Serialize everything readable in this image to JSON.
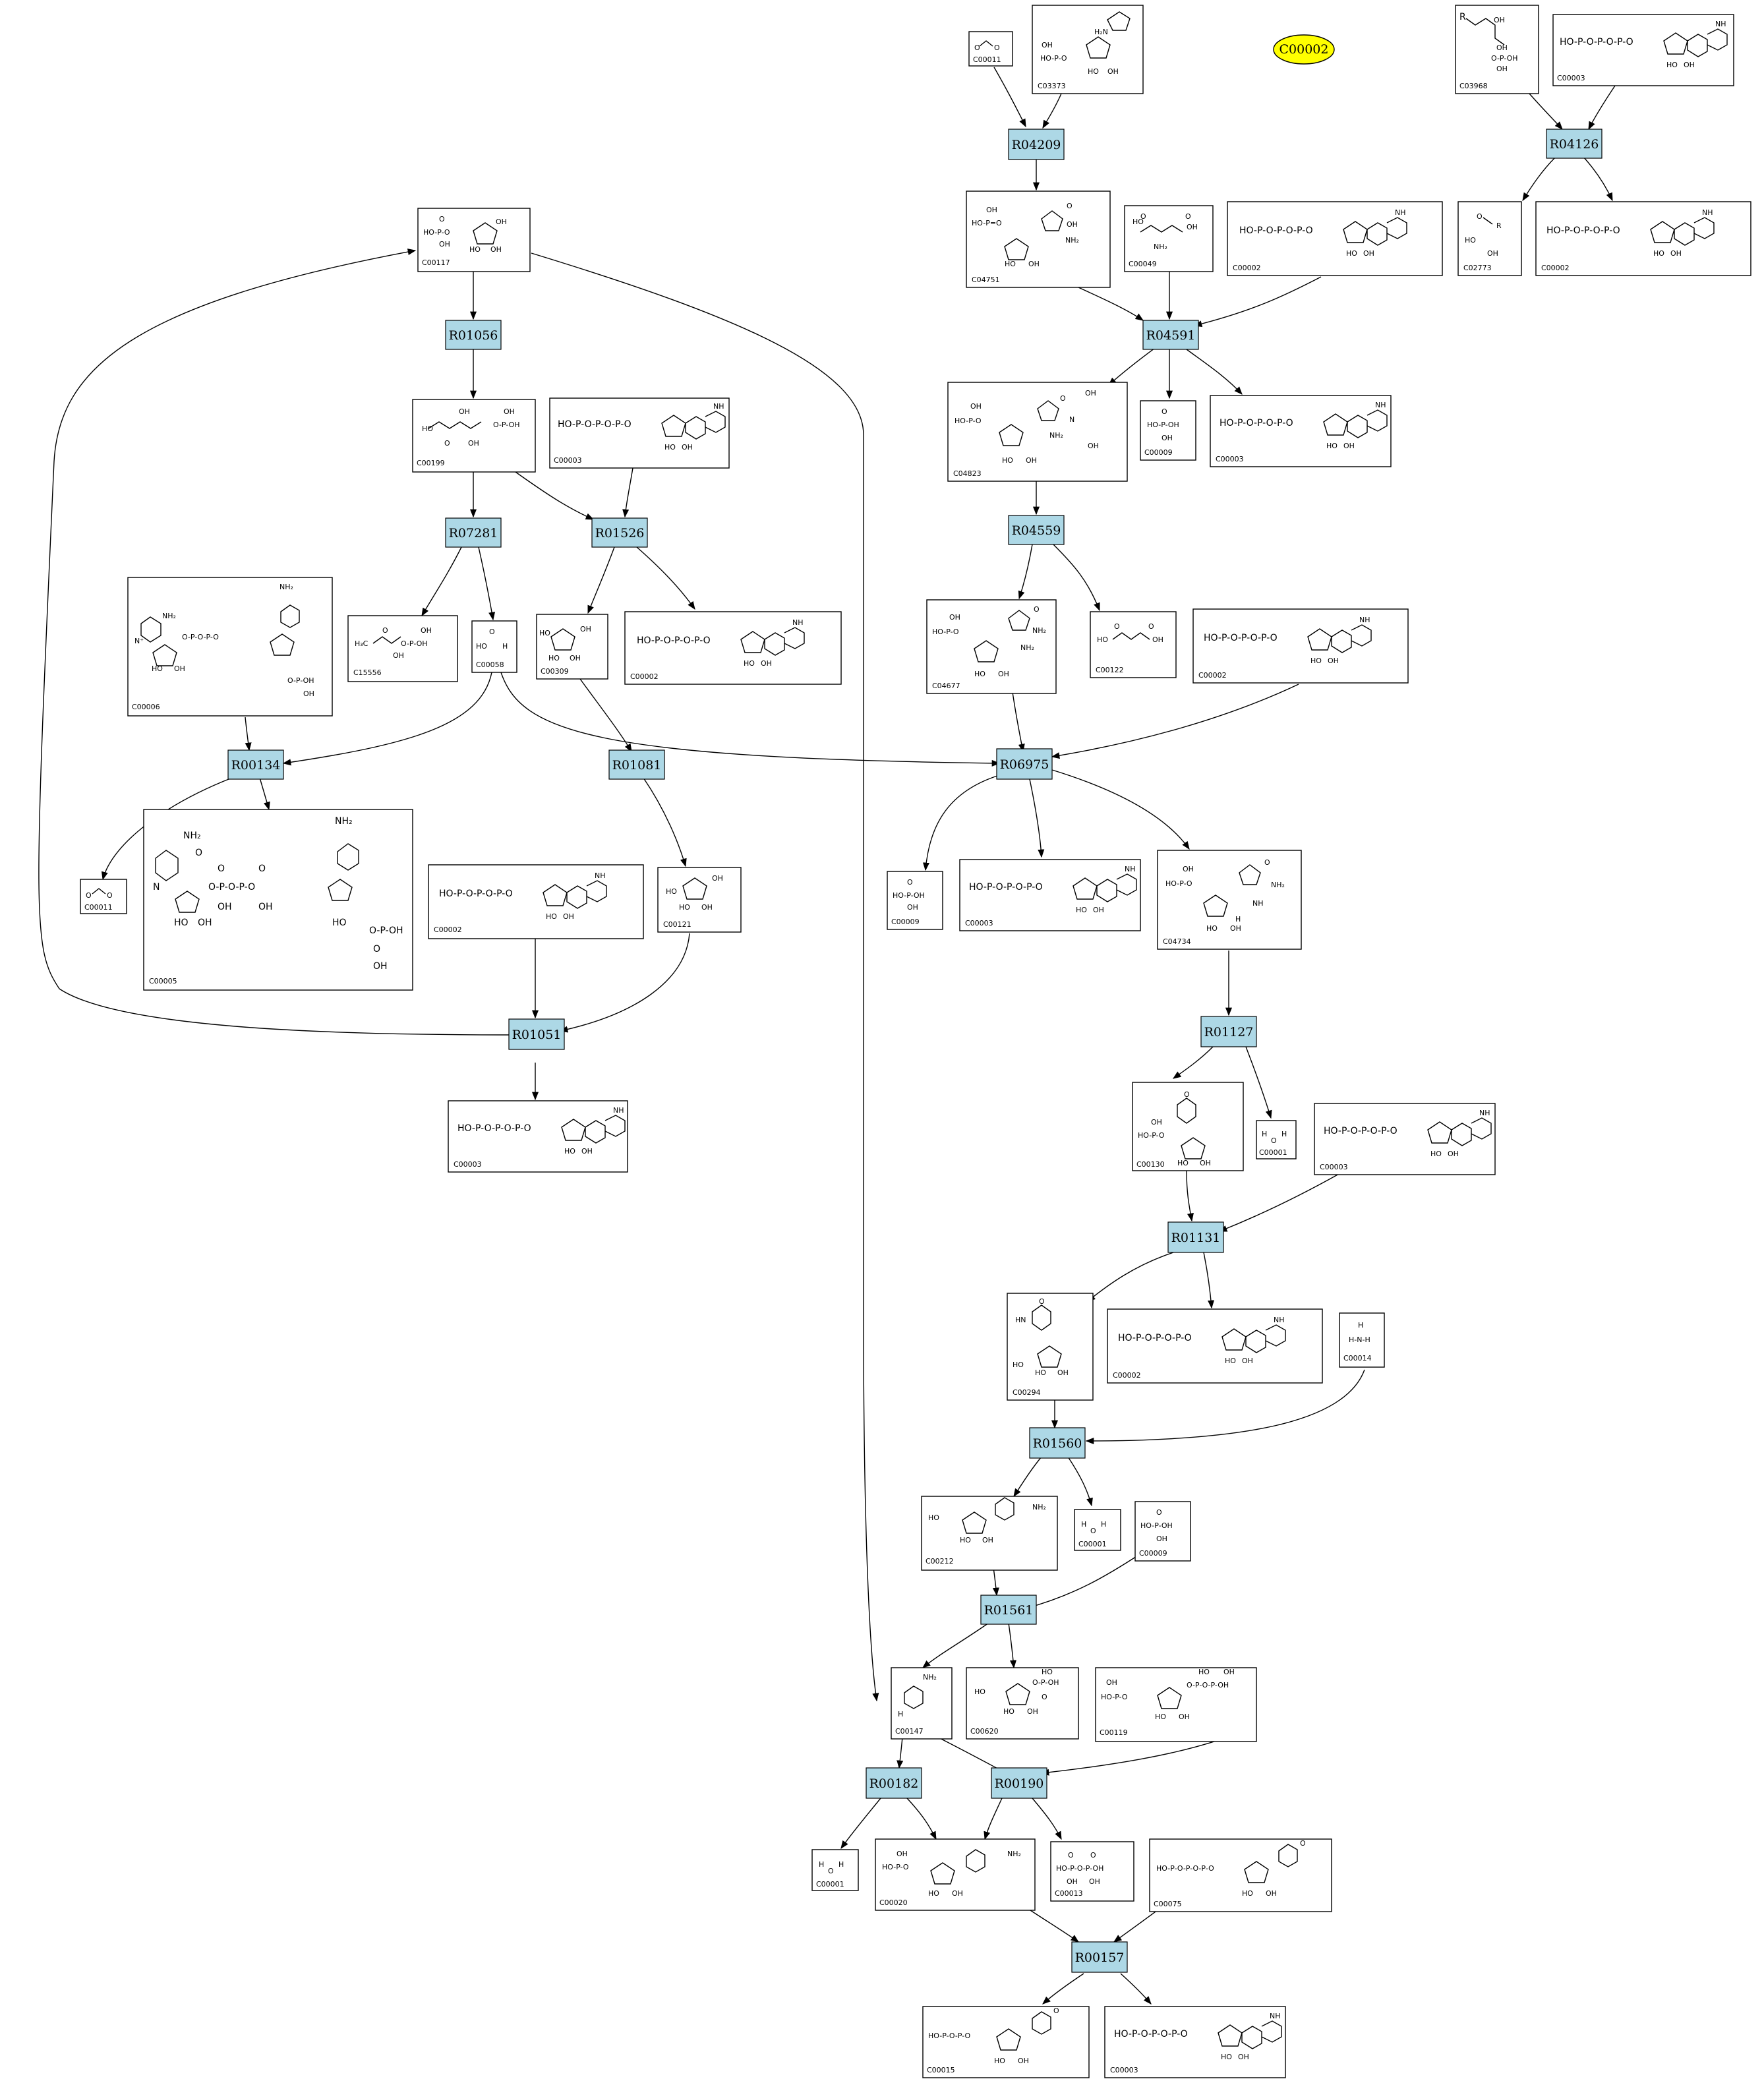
{
  "colors": {
    "reaction_fill": "#add8e6",
    "highlight_node": "#ffff00",
    "edge": "#000000"
  },
  "highlight": {
    "label": "C00002"
  },
  "reactions": {
    "R04209": "R04209",
    "R04126": "R04126",
    "R01056": "R01056",
    "R04591": "R04591",
    "R07281": "R07281",
    "R01526": "R01526",
    "R04559": "R04559",
    "R00134": "R00134",
    "R01081": "R01081",
    "R06975": "R06975",
    "R01051": "R01051",
    "R01127": "R01127",
    "R01131": "R01131",
    "R01560": "R01560",
    "R01561": "R01561",
    "R00182": "R00182",
    "R00190": "R00190",
    "R00157": "R00157"
  },
  "compounds": {
    "c_011a": "C00011",
    "c_3373": "C03373",
    "c_3968": "C03968",
    "c_003a": "C00003",
    "c_0117": "C00117",
    "c_4751": "C04751",
    "c_0049": "C00049",
    "c_002a": "C00002",
    "c_2773": "C02773",
    "c_002b": "C00002",
    "c_0199": "C00199",
    "c_003b": "C00003",
    "c_4823": "C04823",
    "c_009a": "C00009",
    "c_003c": "C00003",
    "c_0006": "C00006",
    "c_5556": "C15556",
    "c_0058": "C00058",
    "c_0309": "C00309",
    "c_002c": "C00002",
    "c_4677": "C04677",
    "c_0122": "C00122",
    "c_002d": "C00002",
    "c_011b": "C00011",
    "c_0005": "C00005",
    "c_002e": "C00002",
    "c_0121": "C00121",
    "c_009b": "C00009",
    "c_003d": "C00003",
    "c_4734": "C04734",
    "c_003e": "C00003",
    "c_0130": "C00130",
    "c_001a": "C00001",
    "c_003f": "C00003",
    "c_0294": "C00294",
    "c_002f": "C00002",
    "c_0014": "C00014",
    "c_0212": "C00212",
    "c_001b": "C00001",
    "c_009c": "C00009",
    "c_0147": "C00147",
    "c_0620": "C00620",
    "c_0119": "C00119",
    "c_001c": "C00001",
    "c_0020": "C00020",
    "c_0013": "C00013",
    "c_0075": "C00075",
    "c_0015": "C00015",
    "c_003g": "C00003"
  }
}
